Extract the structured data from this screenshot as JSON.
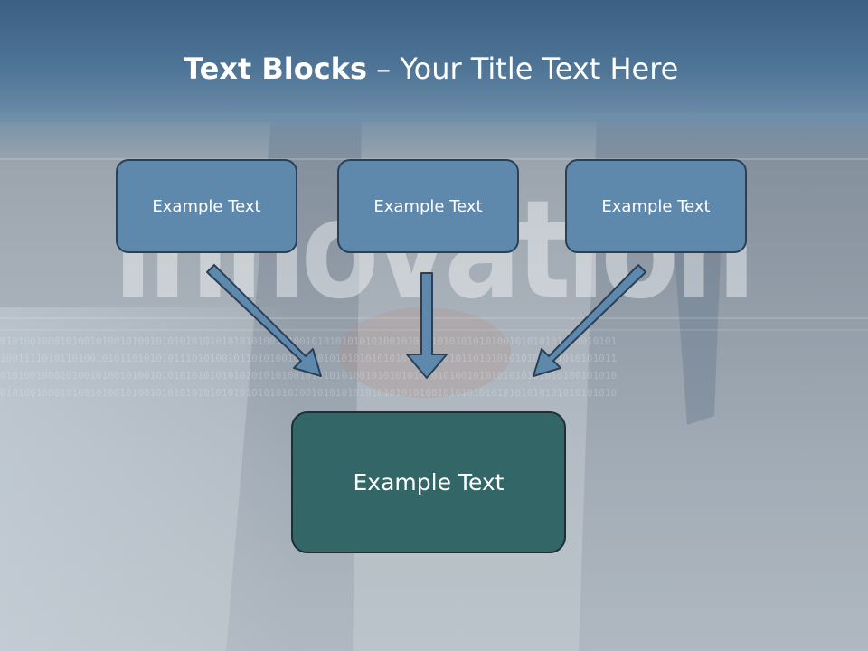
{
  "slide": {
    "title_bold": "Text Blocks",
    "title_dash": " – ",
    "title_rest": "Your Title Text Here"
  },
  "boxes": {
    "left": "Example Text",
    "center": "Example Text",
    "right": "Example Text",
    "bottom": "Example Text"
  },
  "background_text": "innovation",
  "colors": {
    "header": "#4e7496",
    "small_box_fill": "#5f88ad",
    "small_box_border": "#2b3f57",
    "big_box_fill": "#336666",
    "arrow_fill": "#5f88ad"
  },
  "icons": [
    "arrow-down-right",
    "arrow-down",
    "arrow-down-left"
  ]
}
